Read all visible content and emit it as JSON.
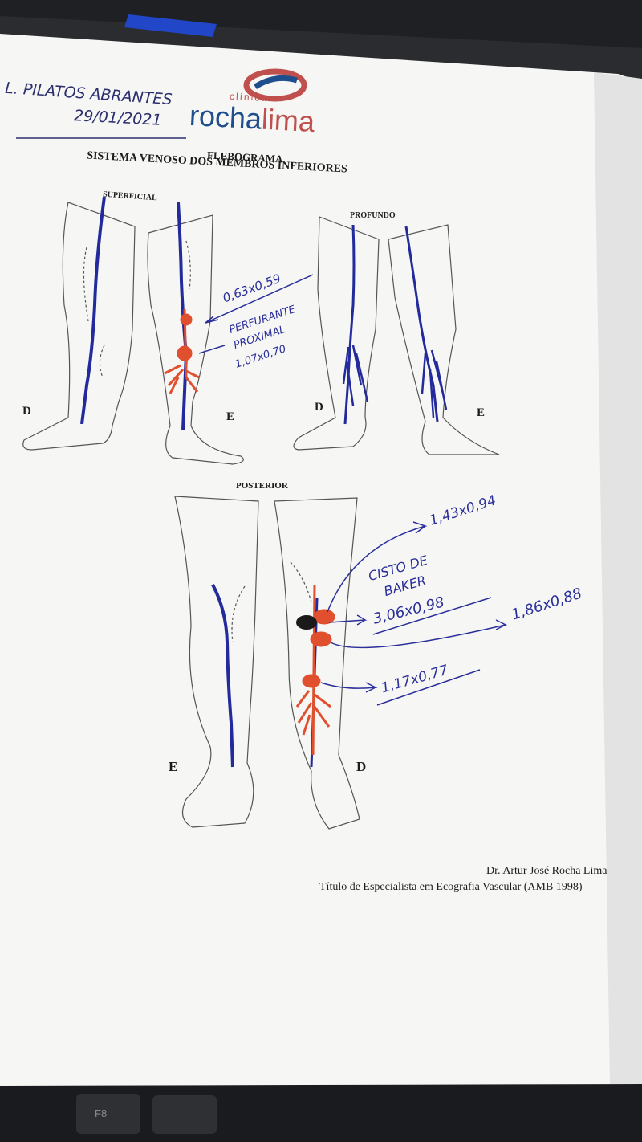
{
  "handwriting": {
    "patient_name": "L. PILATOS ABRANTES",
    "date": "29/01/2021"
  },
  "brand": {
    "small_text": "clínica",
    "name_part1": "rocha",
    "name_part2": "lima",
    "colors": {
      "logo_red": "#c0504d",
      "logo_blue": "#1f4e8c"
    }
  },
  "header": {
    "title": "FLEBOGRAMA",
    "subtitle": "SISTEMA VENOSO DOS MEMBROS INFERIORES"
  },
  "diagrams": {
    "superficial_label": "SUPERFICIAL",
    "profundo_label": "PROFUNDO",
    "posterior_label": "POSTERIOR",
    "side_labels": {
      "d": "D",
      "e": "E"
    }
  },
  "annotations": {
    "superficial_1": "0,63x0,59",
    "superficial_2_line1": "PERFURANTE",
    "superficial_2_line2": "PROXIMAL",
    "superficial_2_line3": "1,07x0,70",
    "posterior_1": "1,43x0,94",
    "posterior_cyst_line1": "CISTO DE",
    "posterior_cyst_line2": "BAKER",
    "posterior_cyst_measure": "3,06x0,98",
    "posterior_2": "1,86x0,88",
    "posterior_3": "1,17x0,77"
  },
  "footer": {
    "doctor": "Dr. Artur José Rocha Lima",
    "credential": "Título de Especialista em Ecografia Vascular (AMB 1998)"
  },
  "keyboard": {
    "key_label": "F8"
  },
  "colors": {
    "paper": "#f7f7f5",
    "vein_blue": "#232a9c",
    "vein_red": "#e0502e",
    "ink": "#2a2f9a"
  }
}
